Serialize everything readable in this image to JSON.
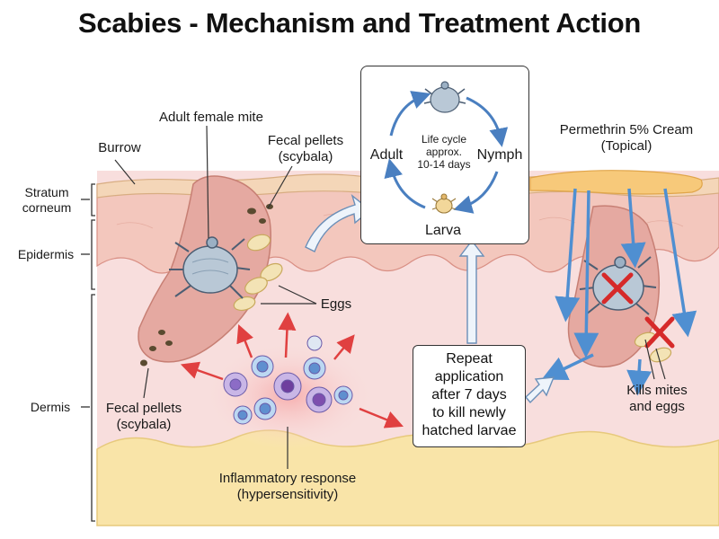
{
  "title": "Scabies - Mechanism and Treatment Action",
  "layers": {
    "stratum_corneum": "Stratum\ncorneum",
    "epidermis": "Epidermis",
    "dermis": "Dermis"
  },
  "labels": {
    "burrow": "Burrow",
    "adult_female_mite": "Adult female mite",
    "fecal_pellets_top": "Fecal pellets\n(scybala)",
    "fecal_pellets_bottom": "Fecal pellets\n(scybala)",
    "eggs": "Eggs",
    "inflammatory": "Inflammatory response\n(hypersensitivity)",
    "permethrin": "Permethrin 5% Cream\n(Topical)",
    "kills": "Kills mites\nand eggs"
  },
  "life_cycle": {
    "center": "Life cycle\napprox.\n10-14 days",
    "adult": "Adult",
    "nymph": "Nymph",
    "larva": "Larva"
  },
  "repeat_note": "Repeat\napplication\nafter 7 days\nto kill newly\nhatched larvae",
  "colors": {
    "skin_surface": "#f4d6b8",
    "epidermis": "#f3c7bd",
    "dermis": "#f8dedd",
    "fat": "#f9e4a8",
    "burrow_arrow": "#e04040",
    "cream_arrow": "#4f8fd1",
    "kill_cross": "#d62a2a"
  }
}
